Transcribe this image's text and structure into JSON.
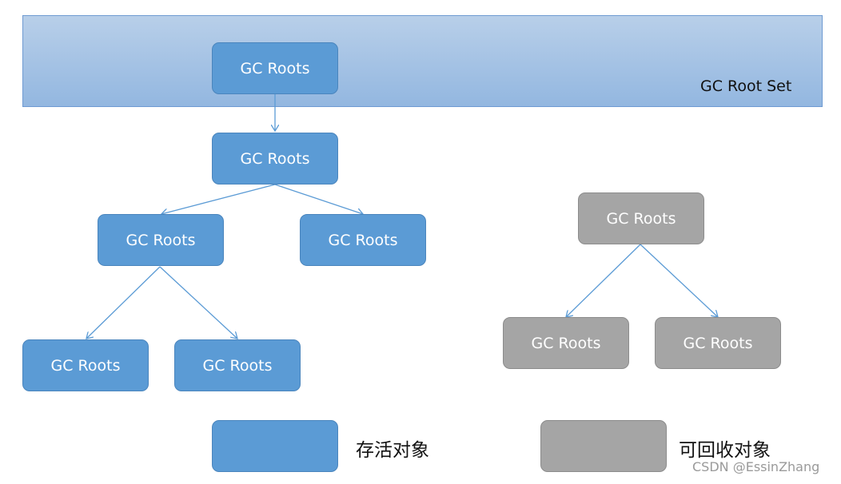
{
  "band": {
    "label": "GC Root Set"
  },
  "nodes": {
    "root_set": "GC Roots",
    "level1": "GC Roots",
    "level2_left": "GC Roots",
    "level2_right": "GC Roots",
    "level3_left": "GC Roots",
    "level3_right": "GC Roots",
    "unreachable_parent": "GC Roots",
    "unreachable_left": "GC Roots",
    "unreachable_right": "GC Roots"
  },
  "legend": {
    "live_label": "存活对象",
    "collectable_label": "可回收对象"
  },
  "watermark": "CSDN @EssinZhang",
  "colors": {
    "live": "#5b9bd5",
    "collectable": "#a5a5a5",
    "edge": "#5b9bd5"
  }
}
